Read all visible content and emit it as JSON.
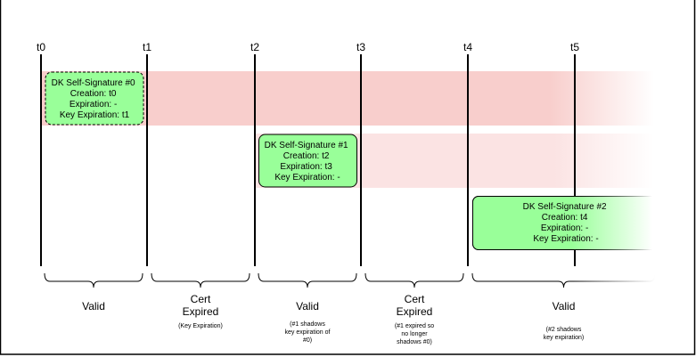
{
  "timeline": {
    "ticks": [
      "t0",
      "t1",
      "t2",
      "t3",
      "t4",
      "t5"
    ]
  },
  "colors": {
    "signature_box": "#99ff99",
    "band_expired_0": "#f8cecc",
    "band_1": "#fbe5e5",
    "line": "#000000"
  },
  "signatures": [
    {
      "title": "DK Self-Signature #0",
      "creation": "Creation: t0",
      "expiration": "Expiration: -",
      "key_expiration": "Key Expiration: t1"
    },
    {
      "title": "DK Self-Signature #1",
      "creation": "Creation: t2",
      "expiration": "Expiration: t3",
      "key_expiration": "Key Expiration: -"
    },
    {
      "title": "DK Self-Signature #2",
      "creation": "Creation: t4",
      "expiration": "Expiration: -",
      "key_expiration": "Key Expiration: -"
    }
  ],
  "periods": [
    {
      "label_lines": [
        "Valid"
      ],
      "note_lines": []
    },
    {
      "label_lines": [
        "Cert",
        "Expired"
      ],
      "note_lines": [
        "(Key Expiration)"
      ]
    },
    {
      "label_lines": [
        "Valid"
      ],
      "note_lines": [
        "(#1 shadows",
        "key expiration of",
        "#0)"
      ]
    },
    {
      "label_lines": [
        "Cert",
        "Expired"
      ],
      "note_lines": [
        "(#1 expired so",
        "no longer",
        "shadows #0)"
      ]
    },
    {
      "label_lines": [
        "Valid"
      ],
      "note_lines": [
        "(#2 shadows",
        "key expiration)"
      ]
    }
  ]
}
